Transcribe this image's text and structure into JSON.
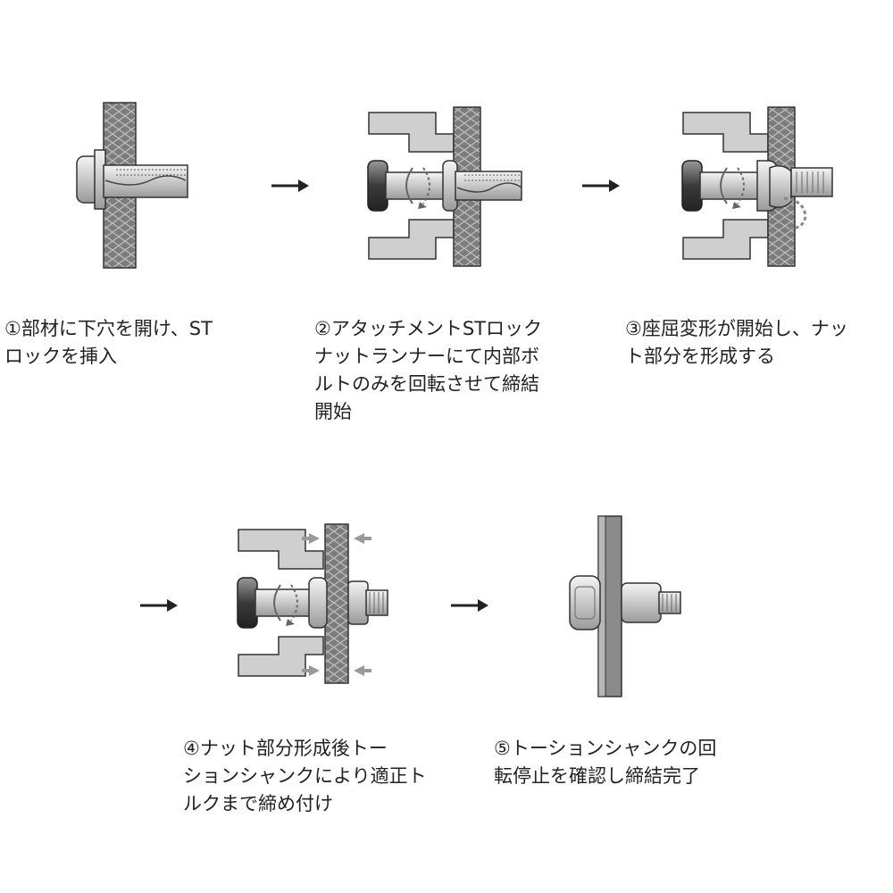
{
  "steps": [
    {
      "number": "①",
      "caption": "部材に下穴を開け、ST\nロックを挿入"
    },
    {
      "number": "②",
      "caption": "アタッチメントSTロック\nナットランナーにて内部ボ\nルトのみを回転させて締結\n開始"
    },
    {
      "number": "③",
      "caption": "座屈変形が開始し、ナッ\nト部分を形成する"
    },
    {
      "number": "④",
      "caption": "ナット部分形成後トー\nションシャンクにより適正ト\nルクまで締め付け"
    },
    {
      "number": "⑤",
      "caption": "トーションシャンクの回\n転停止を確認し締結完了"
    }
  ],
  "colors": {
    "plate_fill": "#8a8a8a",
    "tool_fill": "#cfcfcf",
    "metal_fill": "#d8d8d8",
    "dark_head": "#444444",
    "arrow": "#222222"
  }
}
